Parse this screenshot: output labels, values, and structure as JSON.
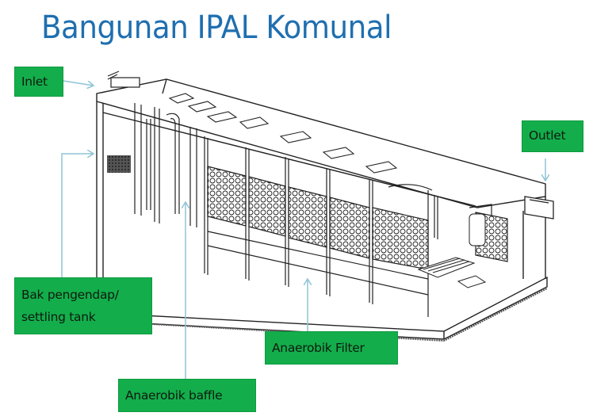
{
  "title": "Bangunan IPAL Komunal",
  "labels": {
    "inlet": "Inlet",
    "outlet": "Outlet",
    "settling_line1": "Bak pengendap/",
    "settling_line2": "settling tank",
    "anaerobic_filter": "Anaerobik Filter",
    "anaerobic_baffle": "Anaerobik baffle"
  },
  "colors": {
    "title": "#1f6fb0",
    "label_bg": "#13ae4b",
    "label_text": "#0e1a10",
    "leader_line": "#8fc3d6",
    "drawing_line": "#222222"
  },
  "components": [
    {
      "id": "inlet",
      "label": "Inlet"
    },
    {
      "id": "settling-tank",
      "label": "Bak pengendap/ settling tank"
    },
    {
      "id": "anaerobic-baffle",
      "label": "Anaerobik baffle"
    },
    {
      "id": "anaerobic-filter",
      "label": "Anaerobik Filter"
    },
    {
      "id": "outlet",
      "label": "Outlet"
    }
  ]
}
